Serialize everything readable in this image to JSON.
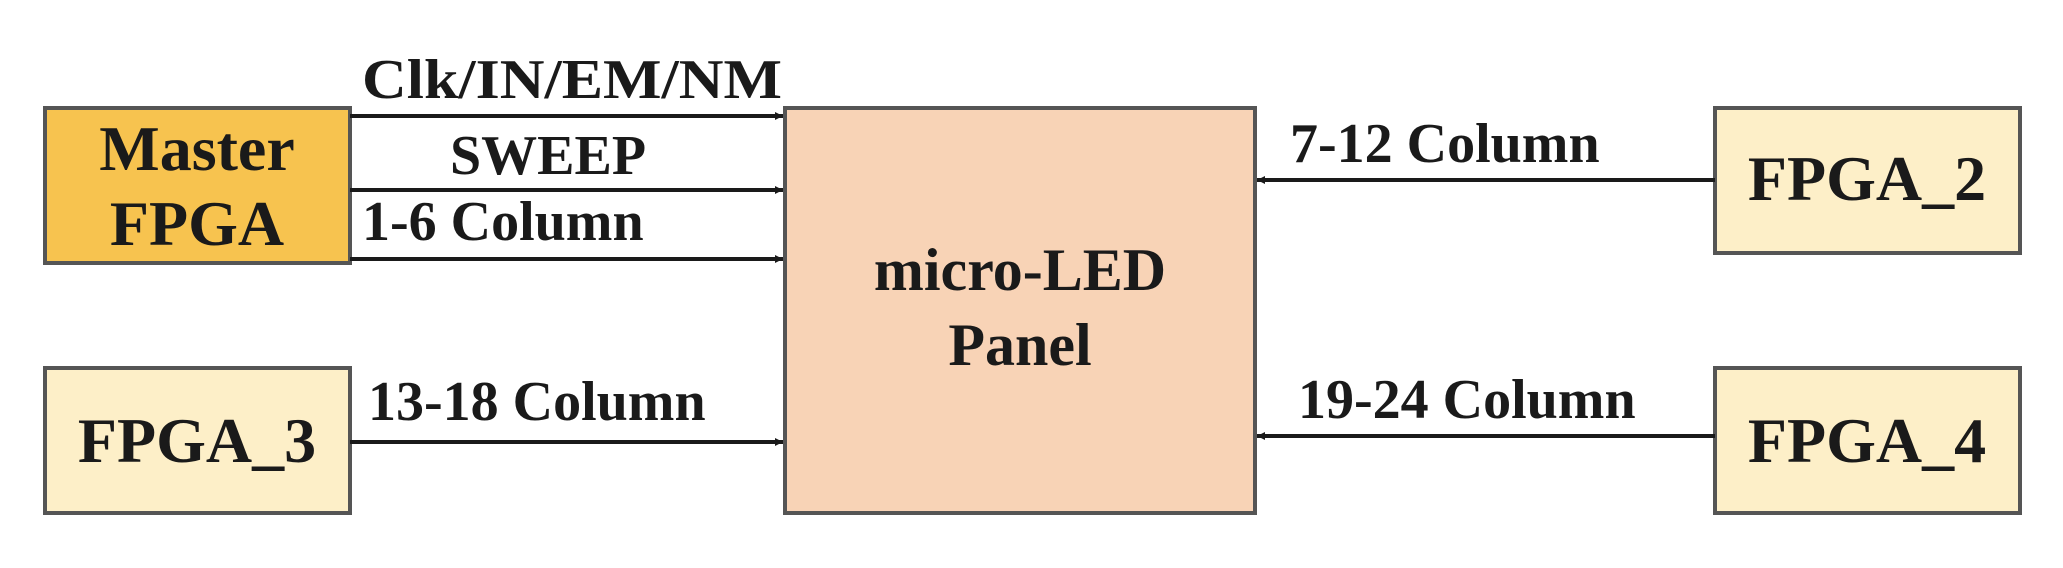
{
  "blocks": {
    "master": {
      "line1": "Master",
      "line2": "FPGA",
      "fill": "#F7C34F"
    },
    "fpga2": {
      "label": "FPGA_2",
      "fill": "#FDEFC8"
    },
    "fpga3": {
      "label": "FPGA_3",
      "fill": "#FDEFC8"
    },
    "fpga4": {
      "label": "FPGA_4",
      "fill": "#FDEFC8"
    },
    "panel": {
      "line1": "micro-LED",
      "line2": "Panel",
      "fill": "#F8D3B6"
    }
  },
  "edges": {
    "master_clk": {
      "label": "Clk/IN/EM/NM"
    },
    "master_sweep": {
      "label": "SWEEP"
    },
    "master_cols": {
      "label": "1-6 Column"
    },
    "fpga3_cols": {
      "label": "13-18 Column"
    },
    "fpga2_cols": {
      "label": "7-12 Column"
    },
    "fpga4_cols": {
      "label": "19-24 Column"
    }
  }
}
